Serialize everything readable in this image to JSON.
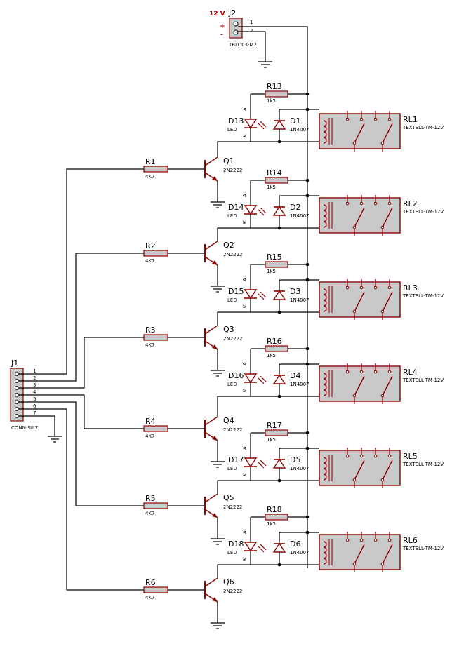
{
  "colors": {
    "wire": "#000000",
    "component": "#8b0000",
    "fill": "#c9c9c9",
    "power_label": "#a00000",
    "background": "#ffffff"
  },
  "power": {
    "supply_label": "12 V",
    "plus": "+",
    "minus": "-"
  },
  "j2": {
    "ref": "J2",
    "value": "TBLOCK-M2",
    "pins": [
      "1",
      "2"
    ]
  },
  "j1": {
    "ref": "J1",
    "value": "CONN-SIL7",
    "pins": [
      "1",
      "2",
      "3",
      "4",
      "5",
      "6",
      "7"
    ]
  },
  "channels": [
    {
      "r": "R1",
      "r_val": "4K7",
      "q": "Q1",
      "q_val": "2N2222",
      "rl": "R13",
      "rl_val": "1k5",
      "led": "D13",
      "led_val": "LED",
      "d": "D1",
      "d_val": "1N4007",
      "relay": "RL1",
      "relay_val": "TEXTELL-TM-12V",
      "a": "A",
      "k": "K"
    },
    {
      "r": "R2",
      "r_val": "4K7",
      "q": "Q2",
      "q_val": "2N2222",
      "rl": "R14",
      "rl_val": "1k5",
      "led": "D14",
      "led_val": "LED",
      "d": "D2",
      "d_val": "1N4007",
      "relay": "RL2",
      "relay_val": "TEXTELL-TM-12V",
      "a": "A",
      "k": "K"
    },
    {
      "r": "R3",
      "r_val": "4K7",
      "q": "Q3",
      "q_val": "2N2222",
      "rl": "R15",
      "rl_val": "1k5",
      "led": "D15",
      "led_val": "LED",
      "d": "D3",
      "d_val": "1N4007",
      "relay": "RL3",
      "relay_val": "TEXTELL-TM-12V",
      "a": "A",
      "k": "K"
    },
    {
      "r": "R4",
      "r_val": "4K7",
      "q": "Q4",
      "q_val": "2N2222",
      "rl": "R16",
      "rl_val": "1k5",
      "led": "D16",
      "led_val": "LED",
      "d": "D4",
      "d_val": "1N4007",
      "relay": "RL4",
      "relay_val": "TEXTELL-TM-12V",
      "a": "A",
      "k": "K"
    },
    {
      "r": "R5",
      "r_val": "4K7",
      "q": "Q5",
      "q_val": "2N2222",
      "rl": "R17",
      "rl_val": "1k5",
      "led": "D17",
      "led_val": "LED",
      "d": "D5",
      "d_val": "1N4007",
      "relay": "RL5",
      "relay_val": "TEXTELL-TM-12V",
      "a": "A",
      "k": "K"
    },
    {
      "r": "R6",
      "r_val": "4K7",
      "q": "Q6",
      "q_val": "2N2222",
      "rl": "R18",
      "rl_val": "1k5",
      "led": "D18",
      "led_val": "LED",
      "d": "D6",
      "d_val": "1N4007",
      "relay": "RL6",
      "relay_val": "TEXTELL-TM-12V",
      "a": "A",
      "k": "K"
    }
  ]
}
